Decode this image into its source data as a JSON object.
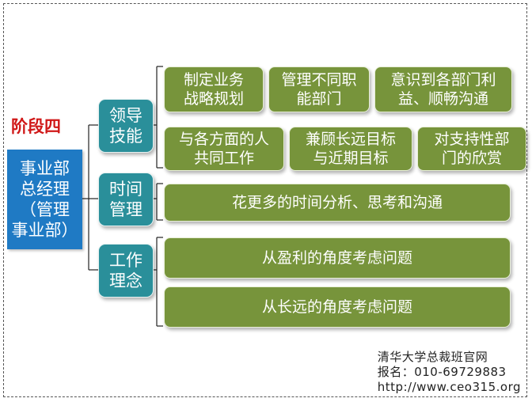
{
  "stage": "阶段四",
  "root": "事业部\n总经理\n（管理\n事业部）",
  "categories": [
    {
      "label": "领导\n技能"
    },
    {
      "label": "时间\n管理"
    },
    {
      "label": "工作\n理念"
    }
  ],
  "leadership_items": [
    "制定业务\n战略规划",
    "管理不同职\n能部门",
    "意识到各部门利\n益、顺畅沟通",
    "与各方面的人\n共同工作",
    "兼顾长远目标\n与近期目标",
    "对支持性部\n门的欣赏"
  ],
  "time_items": [
    "花更多的时间分析、思考和沟通"
  ],
  "philosophy_items": [
    "从盈利的角度考虑问题",
    "从长远的角度考虑问题"
  ],
  "footer": {
    "line1": "清华大学总裁班官网",
    "line2": "报名：010-69729883",
    "line3": "http://www.ceo315.org"
  },
  "colors": {
    "root": "#1f7ac4",
    "category": "#2a8f9a",
    "leaf": "#77943b",
    "stage_label": "#d01818"
  }
}
